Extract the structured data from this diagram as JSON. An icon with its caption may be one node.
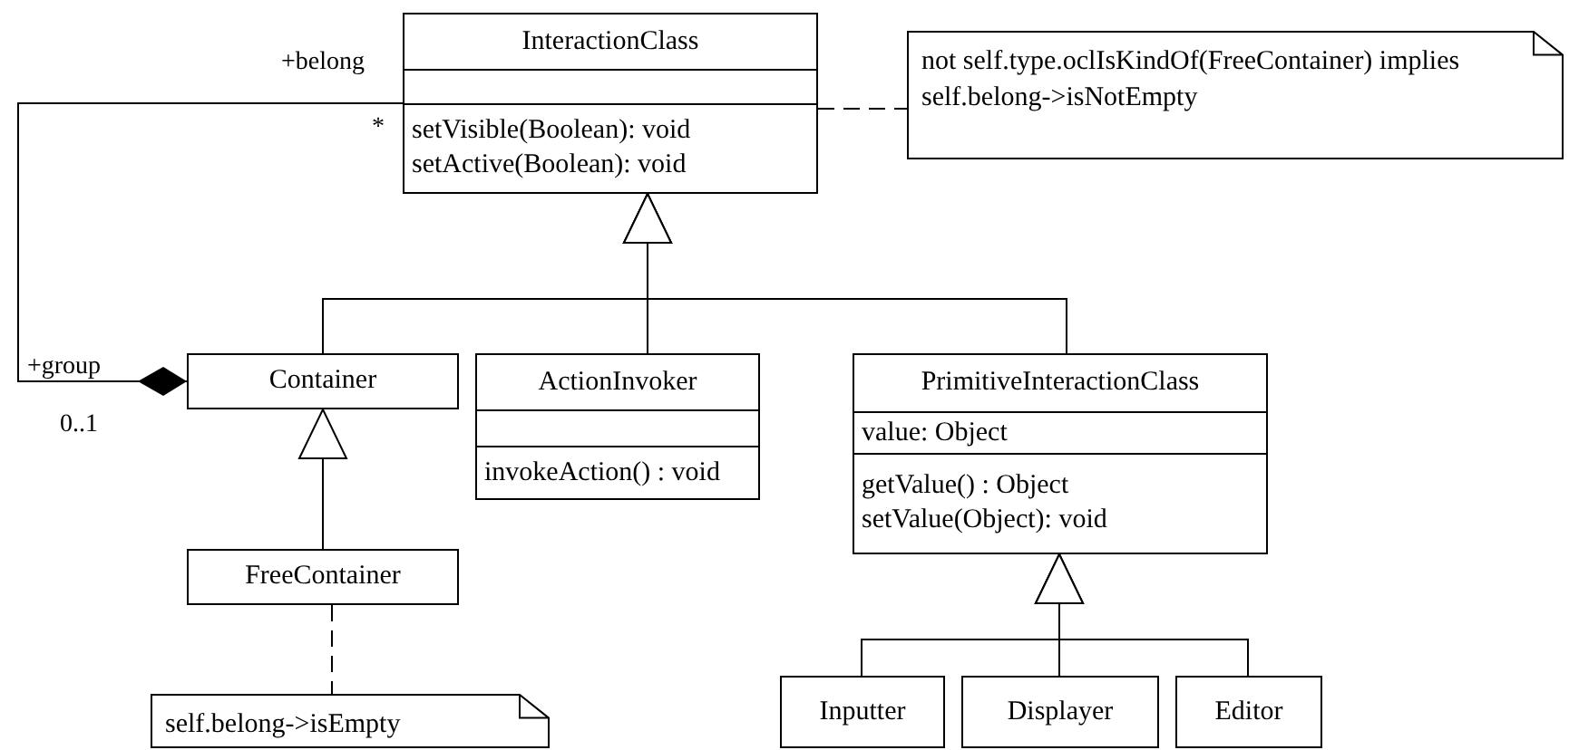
{
  "diagram": {
    "nodes": [
      {
        "text": [
          "InteractionClass",
          "setVisible(Boolean): void",
          "setActive(Boolean): void"
        ]
      },
      {
        "text": [
          "not self.type.oclIsKindOf(FreeContainer) implies self.belong->isNotEmpty"
        ]
      },
      {
        "text": [
          "Container"
        ]
      },
      {
        "text": [
          "ActionInvoker",
          "invokeAction() : void"
        ]
      },
      {
        "text": [
          "PrimitiveInteractionClass",
          "value: Object",
          "getValue() : Object",
          "setValue(Object): void"
        ]
      },
      {
        "text": [
          "FreeContainer"
        ]
      },
      {
        "text": [
          "self.belong->isEmpty"
        ]
      },
      {
        "text": [
          "Inputter"
        ]
      },
      {
        "text": [
          "Displayer"
        ]
      },
      {
        "text": [
          "Editor"
        ]
      }
    ],
    "edges": [
      {
        "from": 2,
        "to": 0,
        "arrow": "to"
      },
      {
        "from": 3,
        "to": 0,
        "arrow": "to"
      },
      {
        "from": 4,
        "to": 0,
        "arrow": "to"
      },
      {
        "from": 5,
        "to": 2,
        "arrow": "to"
      },
      {
        "from": 7,
        "to": 4,
        "arrow": "to"
      },
      {
        "from": 8,
        "to": 4,
        "arrow": "to"
      },
      {
        "from": 9,
        "to": 4,
        "arrow": "to"
      },
      {
        "from": 2,
        "to": 0,
        "arrow": "other"
      },
      {
        "from": 0,
        "to": 1,
        "arrow": "none",
        "style": "dashed"
      },
      {
        "from": 5,
        "to": 6,
        "arrow": "none",
        "style": "dashed"
      }
    ],
    "labels": [
      "+belong",
      "*",
      "+group",
      "0..1"
    ]
  }
}
